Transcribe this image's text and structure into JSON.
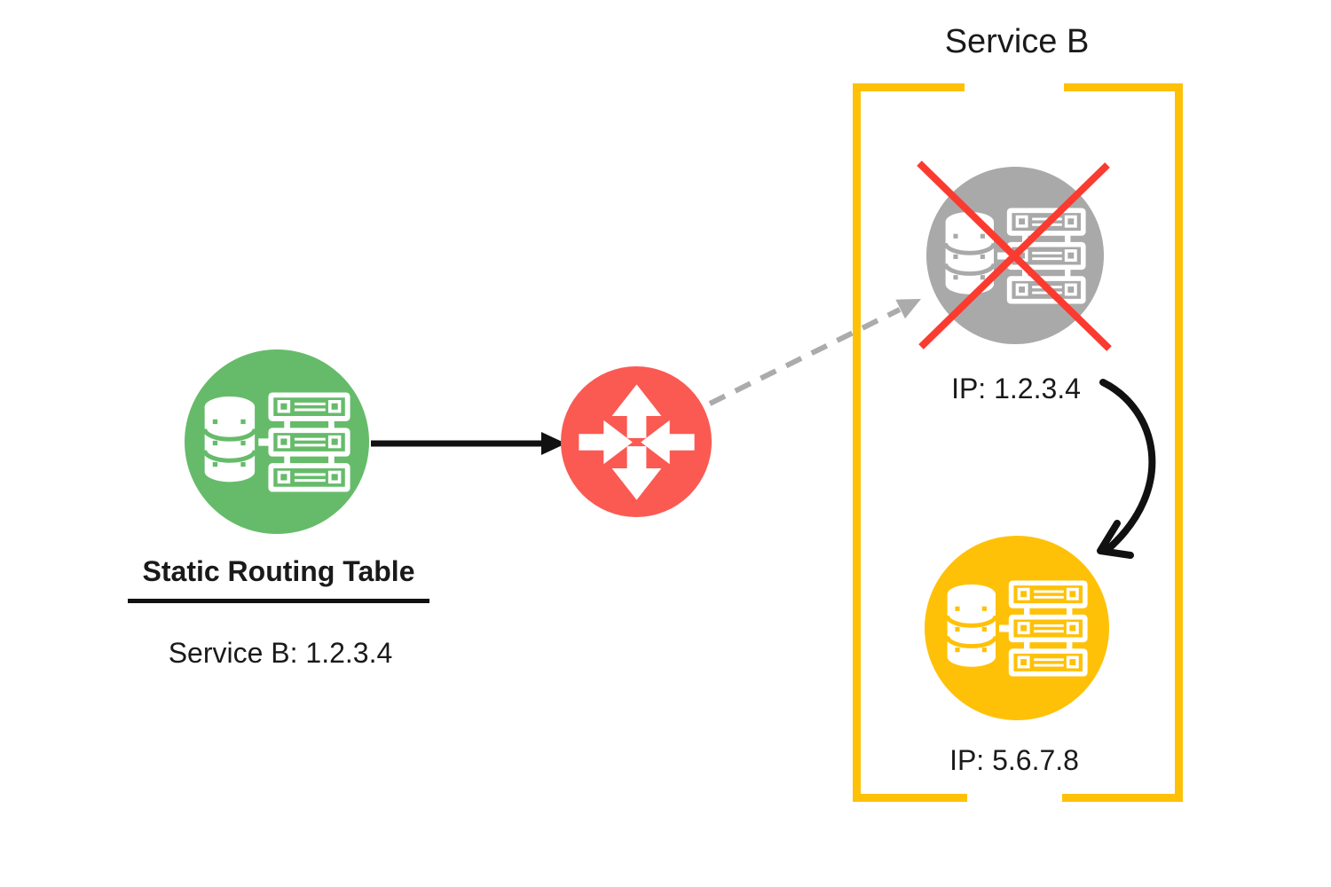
{
  "boundary": {
    "title": "Service B"
  },
  "routing_table": {
    "heading": "Static Routing Table",
    "entry": "Service B: 1.2.3.4"
  },
  "instances": {
    "stale": {
      "ip": "IP: 1.2.3.4",
      "status": "crossed-out"
    },
    "current": {
      "ip": "IP: 5.6.7.8"
    }
  },
  "icons": {
    "source": "database-server-icon",
    "router": "router-icon",
    "stale": "database-server-icon",
    "current": "database-server-icon",
    "cross": "cross-x-icon",
    "solid_arrow": "right-arrow",
    "dashed_arrow": "dashed-right-up-arrow",
    "curved_arrow": "curved-down-left-arrow"
  },
  "colors": {
    "source_green": "#66BB6A",
    "router_red": "#FA5A52",
    "stale_gray": "#A9A9A9",
    "instance_yellow": "#FFC107",
    "boundary_yellow": "#FFC107",
    "cross_red": "#FB3B30",
    "dashed_arrow_gray": "#ABABAB",
    "arrow_black": "#111111",
    "text": "#1A1A1A"
  }
}
